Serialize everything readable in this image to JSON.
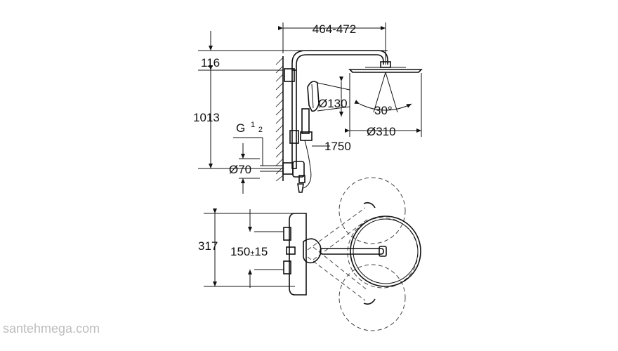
{
  "dimensions": {
    "arm_length": "464-472",
    "top_offset": "116",
    "total_height": "1013",
    "hand_shower_diameter": "Ø130",
    "spray_angle": "30°",
    "head_diameter": "Ø310",
    "hose_length": "1750",
    "thread": "G",
    "thread_num": "1",
    "thread_den": "2",
    "rosette_diameter": "Ø70",
    "projection": "317",
    "inlet_spacing": "150",
    "inlet_tolerance": "15",
    "plus_minus": "±"
  },
  "watermark": "santehmega.com"
}
